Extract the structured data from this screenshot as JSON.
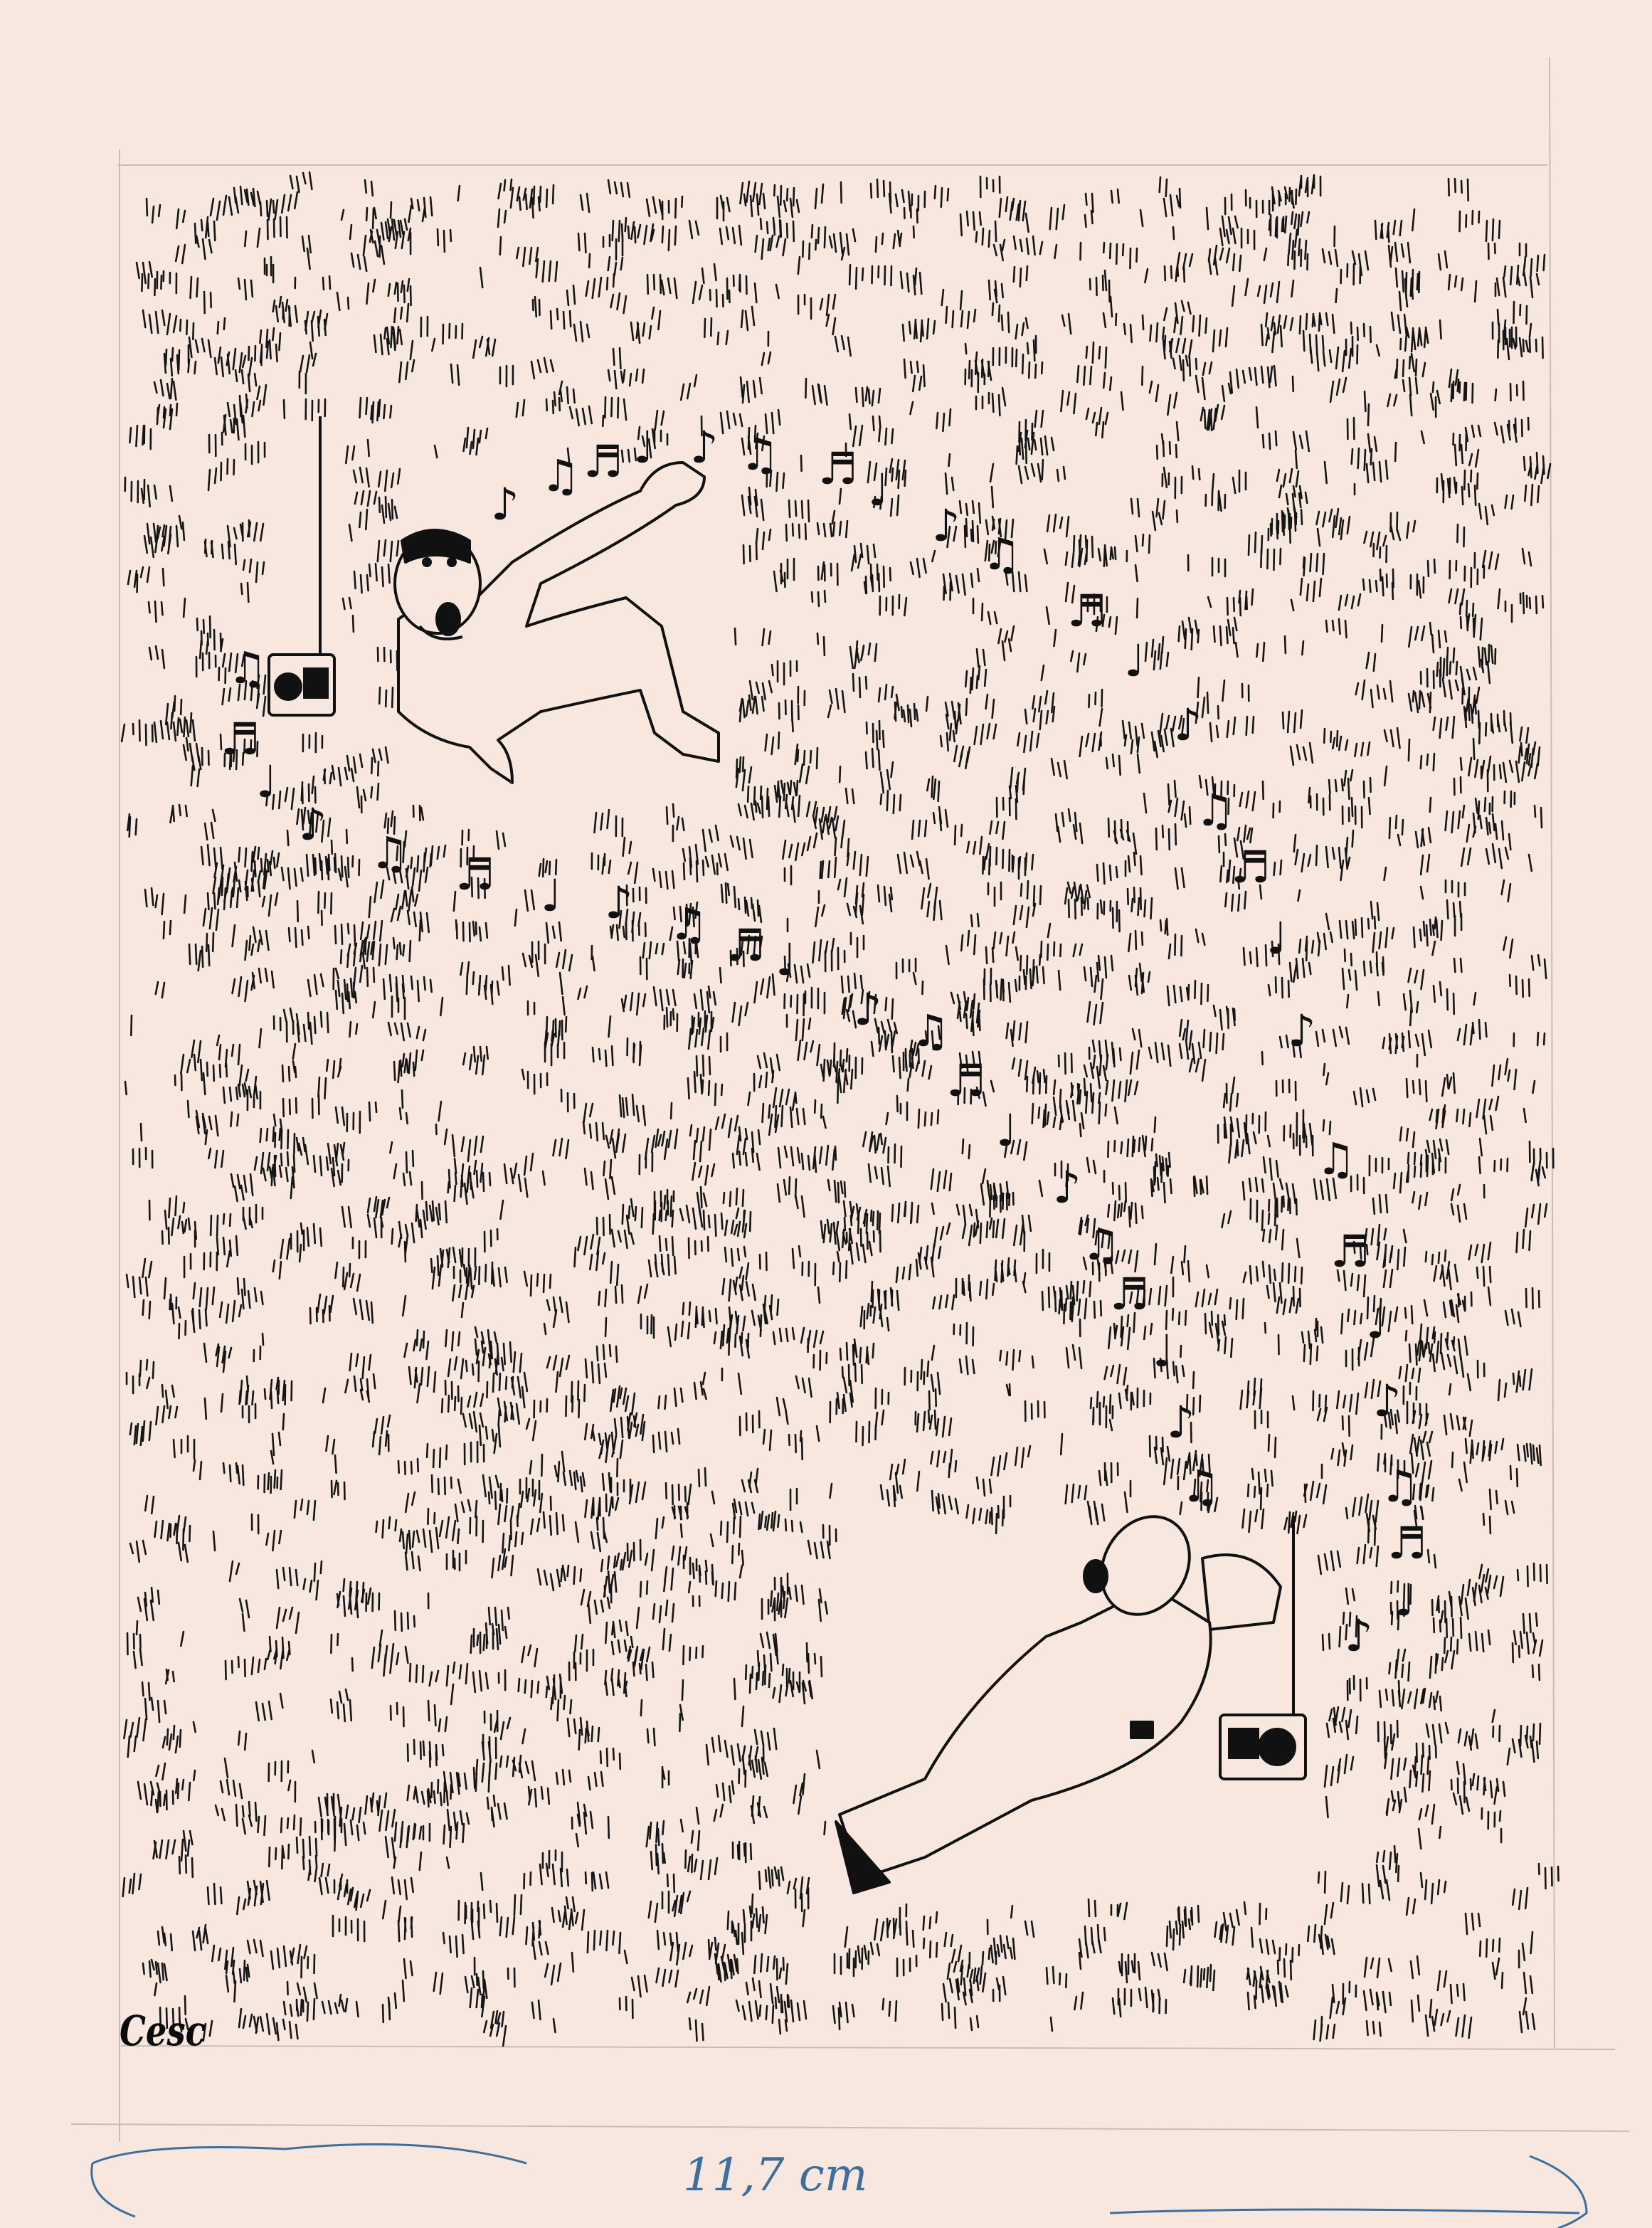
{
  "artwork": {
    "type": "pen-and-ink cartoon",
    "signature": "Cesc",
    "margin_note": "11,7 cm",
    "ink_color": "#111111",
    "paper_color": "#f8e7de",
    "pencil_note_color": "#3d6f9e"
  }
}
